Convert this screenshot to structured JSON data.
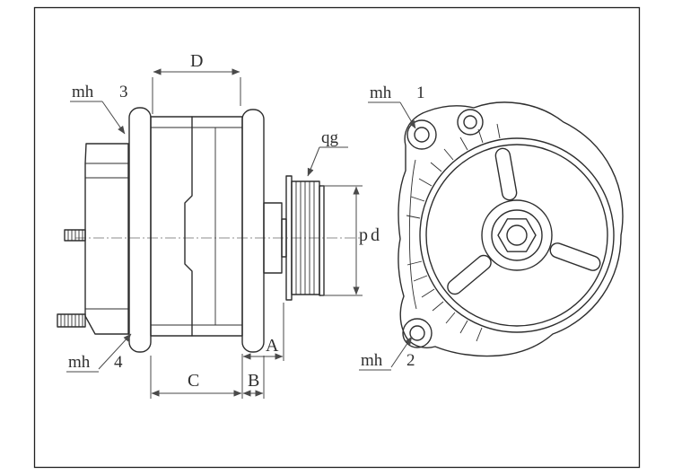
{
  "labels": {
    "dim_D": "D",
    "dim_A": "A",
    "dim_B": "B",
    "dim_C": "C",
    "pulley_diameter": "pd",
    "groove_label": "qg",
    "mh": "mh",
    "hole_numbers": {
      "h1": "1",
      "h2": "2",
      "h3": "3",
      "h4": "4"
    }
  },
  "colors": {
    "background": "#ffffff",
    "main_line": "#2e2e2e",
    "dimension_line": "#4a4a4a",
    "text": "#2e2e2e"
  }
}
